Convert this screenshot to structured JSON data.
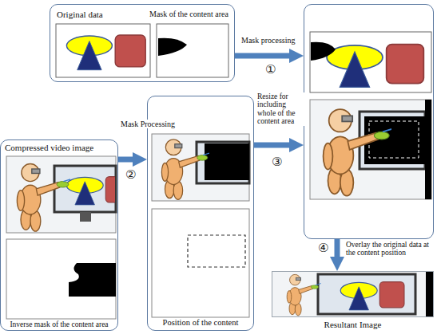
{
  "diagram": {
    "nodes": [
      {
        "text": [
          "Original data",
          "Mask of the content area"
        ]
      },
      {
        "text": [
          "Overlay the original data at the content position"
        ]
      },
      {
        "text": [
          "Compressed video image",
          "Inverse mask of the content area"
        ]
      },
      {
        "text": [
          "Position of the content"
        ]
      },
      {
        "text": [
          "Resultant Image"
        ]
      }
    ],
    "edges": [
      {
        "from": 0,
        "to": 1,
        "arrow": "to",
        "label": "Mask processing"
      },
      {
        "from": 2,
        "to": 3,
        "arrow": "to",
        "label": "Mask Processing"
      },
      {
        "from": 3,
        "to": 1,
        "arrow": "to",
        "label": "Resize for including whole of the content area"
      },
      {
        "from": 1,
        "to": 4,
        "arrow": "to"
      }
    ],
    "labels": [
      "①",
      "②",
      "③",
      "④"
    ]
  }
}
